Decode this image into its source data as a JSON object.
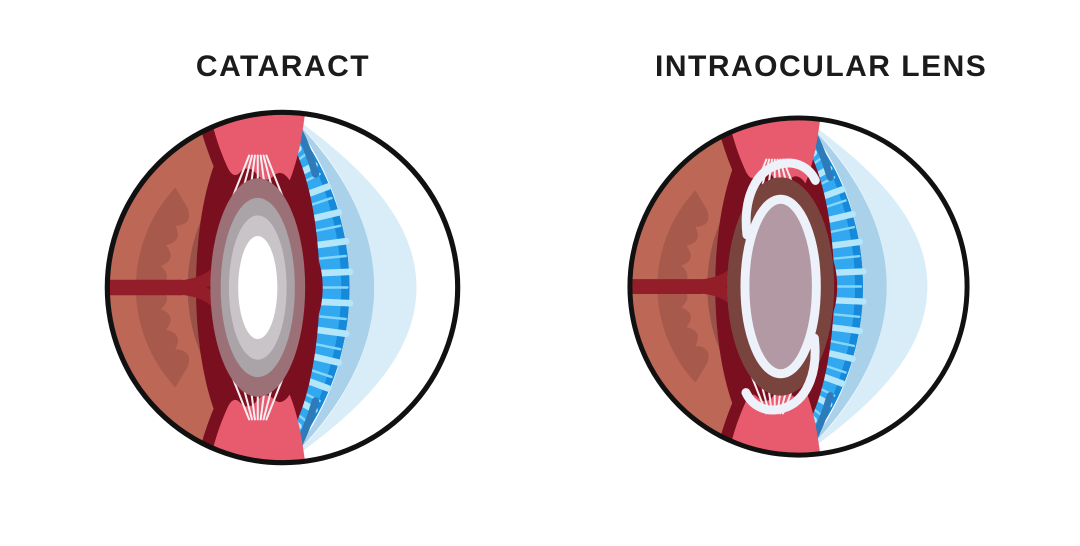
{
  "page": {
    "background": "#ffffff"
  },
  "figures": [
    {
      "id": "cataract",
      "title": "CATARACT",
      "lens_type": "cloudy-natural-lens"
    },
    {
      "id": "intraocular-lens",
      "title": "INTRAOCULAR LENS",
      "lens_type": "artificial-lens-implant"
    }
  ],
  "palette": {
    "outline": "#111111",
    "sclera": "#ffffff",
    "cornea_outer": "#d9edf9",
    "cornea_mid": "#a9d1ea",
    "iris": "#31a8ef",
    "iris_rim": "#1689da",
    "iris_petal": "#b3e5fb",
    "iris_streak": "#86d6fa",
    "limbus": "#2f7ab8",
    "sclera_inner": "#bd6757",
    "choroid_scallop": "#a75a4b",
    "choroid_shadow": "#9a5148",
    "vitreous": "#7a0f1f",
    "vessel": "#931d28",
    "ciliary_pink": "#e85a6e",
    "zonule_fibers": "#f6edf0",
    "cataract_ring1": "#9c7077",
    "cataract_ring2": "#aaa3a7",
    "cataract_ring3": "#c8c4c7",
    "cataract_core": "#ffffff",
    "iol_capsule": "#7a443e",
    "iol_interior": "#b299a3",
    "iol_implant": "#edf1fa"
  }
}
